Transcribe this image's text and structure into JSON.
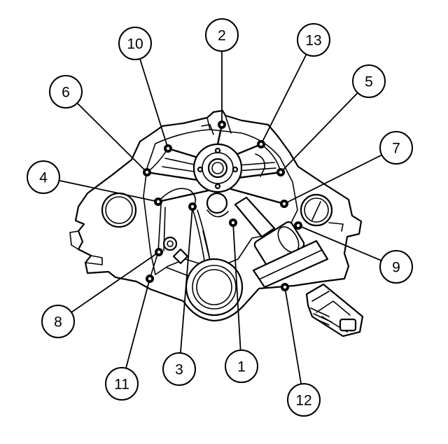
{
  "colors": {
    "line": "#000000",
    "background": "#ffffff"
  },
  "diagram": {
    "callouts": [
      "1",
      "2",
      "3",
      "4",
      "5",
      "6",
      "7",
      "8",
      "9",
      "10",
      "11",
      "12",
      "13"
    ]
  }
}
